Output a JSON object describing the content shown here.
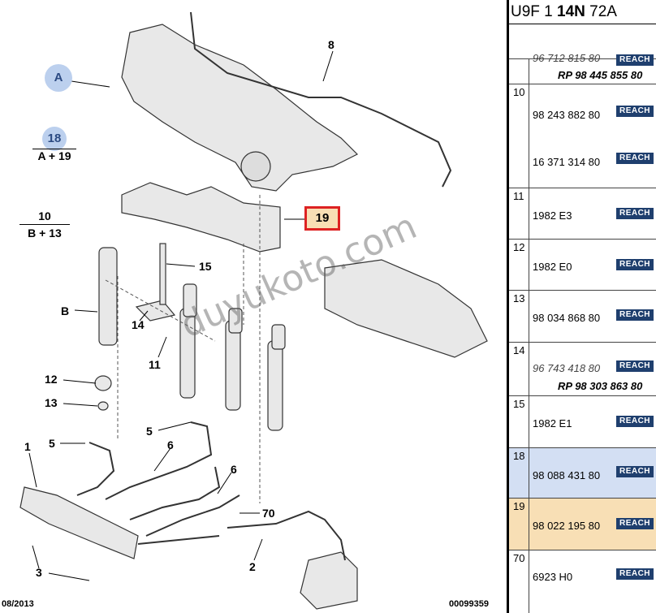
{
  "diagram": {
    "callout_A": "A",
    "callout_18": "18",
    "frac_18_bottom": "A + 19",
    "frac_10_top": "10",
    "frac_10_bottom": "B + 13",
    "box_19": "19",
    "labels": {
      "l8": "8",
      "lB": "B",
      "l15": "15",
      "l14": "14",
      "l11": "11",
      "l12": "12",
      "l13": "13",
      "l5a": "5",
      "l5b": "5",
      "l6a": "6",
      "l6b": "6",
      "l1": "1",
      "l70": "70",
      "l2": "2",
      "l3": "3"
    },
    "watermark": "duyukoto.com",
    "footer_date": "08/2013",
    "footer_code": "00099359"
  },
  "panel": {
    "header_pre": "U9F 1 ",
    "header_bold": "14N",
    "header_post": " 72A",
    "rows": [
      {
        "num": "",
        "ref1": "96 712 815 80",
        "ref2": "RP 98 445 855 80"
      },
      {
        "num": "10",
        "ref1": "98 243 882 80",
        "ref2": "16 371 314 80"
      },
      {
        "num": "11",
        "ref1": "1982 E3"
      },
      {
        "num": "12",
        "ref1": "1982 E0"
      },
      {
        "num": "13",
        "ref1": "98 034 868 80"
      },
      {
        "num": "14",
        "ref1": "96 743 418 80",
        "ref2": "RP 98 303 863 80"
      },
      {
        "num": "15",
        "ref1": "1982 E1"
      },
      {
        "num": "18",
        "ref1": "98 088 431 80"
      },
      {
        "num": "19",
        "ref1": "98 022 195 80"
      },
      {
        "num": "70",
        "ref1": "6923 H0"
      }
    ],
    "reach_label": "REACH"
  },
  "colors": {
    "highlight_18": "#d3dff3",
    "highlight_19": "#f8dfb5",
    "reach_bg": "#1f3f6e",
    "box_border": "#d22"
  }
}
